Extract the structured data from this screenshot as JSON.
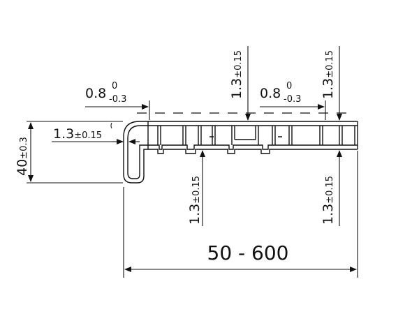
{
  "drawing": {
    "overall_length": "50 - 600",
    "height": {
      "value": "40",
      "tolerance": "±0.3"
    },
    "nose_thickness": {
      "value": "1.3",
      "tolerance": "±0.15"
    },
    "gap_left": {
      "value": "0.8",
      "upper": "0",
      "lower": "-0.3"
    },
    "gap_right": {
      "value": "0.8",
      "upper": "0",
      "lower": "-0.3"
    },
    "wall_top_mid": {
      "value": "1.3",
      "tolerance": "±0.15"
    },
    "wall_top_right": {
      "value": "1.3",
      "tolerance": "±0.15"
    },
    "wall_bottom_mid": {
      "value": "1.3",
      "tolerance": "±0.15"
    },
    "wall_bottom_right": {
      "value": "1.3",
      "tolerance": "±0.15"
    }
  }
}
